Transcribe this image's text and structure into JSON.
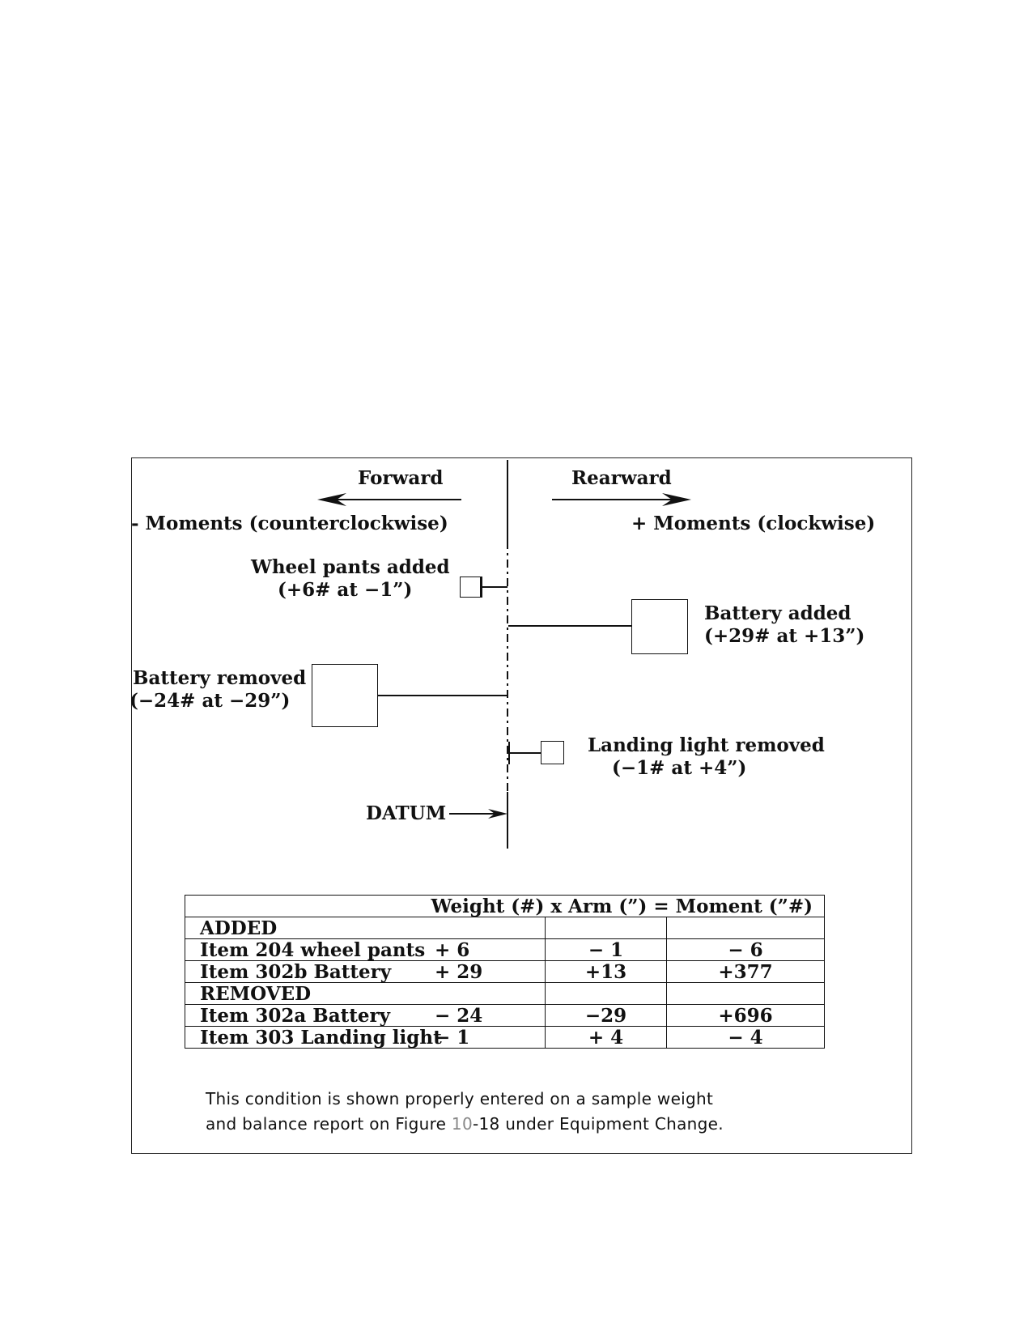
{
  "diagram": {
    "forward_label": "Forward",
    "rearward_label": "Rearward",
    "negative_moments_label": "- Moments (counterclockwise)",
    "positive_moments_label": "+ Moments (clockwise)",
    "datum_label": "DATUM",
    "items": [
      {
        "name": "Wheel pants added",
        "detail": "(+6# at −1”)"
      },
      {
        "name": "Battery added",
        "detail": "(+29# at +13”)"
      },
      {
        "name": "Battery removed",
        "detail": "(−24# at −29”)"
      },
      {
        "name": "Landing light removed",
        "detail": "(−1# at +4”)"
      }
    ]
  },
  "table": {
    "header": "Weight (#)  x  Arm (”) = Moment (”#)",
    "rows": [
      {
        "item": "ADDED",
        "weight": "",
        "arm": "",
        "moment": ""
      },
      {
        "item": "Item 204 wheel pants",
        "weight": "+  6",
        "arm": "− 1",
        "moment": "−  6"
      },
      {
        "item": "Item 302b Battery",
        "weight": "+ 29",
        "arm": "+13",
        "moment": "+377"
      },
      {
        "item": "REMOVED",
        "weight": "",
        "arm": "",
        "moment": ""
      },
      {
        "item": "Item 302a Battery",
        "weight": "− 24",
        "arm": "−29",
        "moment": "+696"
      },
      {
        "item": "Item 303 Landing light",
        "weight": "−  1",
        "arm": "+ 4",
        "moment": "−  4"
      }
    ]
  },
  "caption": {
    "line1": "This condition is shown properly entered on a sample weight",
    "line2_before": "and balance report on Figure ",
    "figure_ref": "10",
    "line2_after": "-18 under Equipment Change."
  }
}
